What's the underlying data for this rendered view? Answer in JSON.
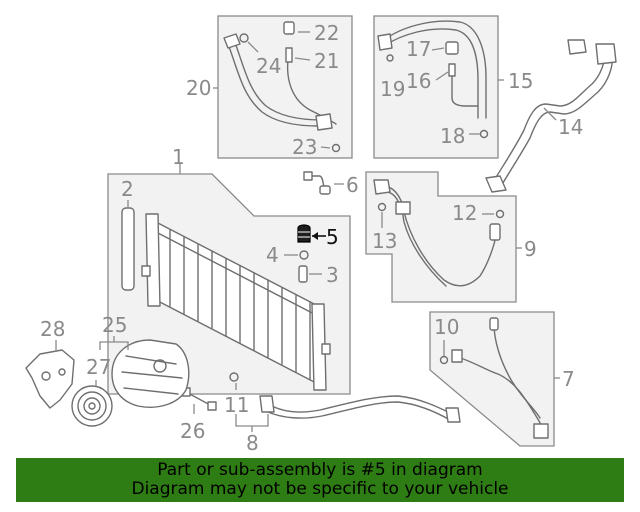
{
  "callouts": {
    "c1": "1",
    "c2": "2",
    "c3": "3",
    "c4": "4",
    "c5": "5",
    "c6": "6",
    "c7": "7",
    "c8": "8",
    "c9": "9",
    "c10": "10",
    "c11": "11",
    "c12": "12",
    "c13": "13",
    "c14": "14",
    "c15": "15",
    "c16": "16",
    "c17": "17",
    "c18": "18",
    "c19": "19",
    "c20": "20",
    "c21": "21",
    "c22": "22",
    "c23": "23",
    "c24": "24",
    "c25": "25",
    "c26": "26",
    "c27": "27",
    "c28": "28"
  },
  "highlighted_part": "5",
  "banner": {
    "line1": "Part or sub-assembly is #5 in diagram",
    "line2": "Diagram may not be specific to your vehicle"
  },
  "colors": {
    "banner_bg": "#2e7d14",
    "line_gray": "#8a8a8a",
    "panel_fill": "#f2f2f2"
  }
}
